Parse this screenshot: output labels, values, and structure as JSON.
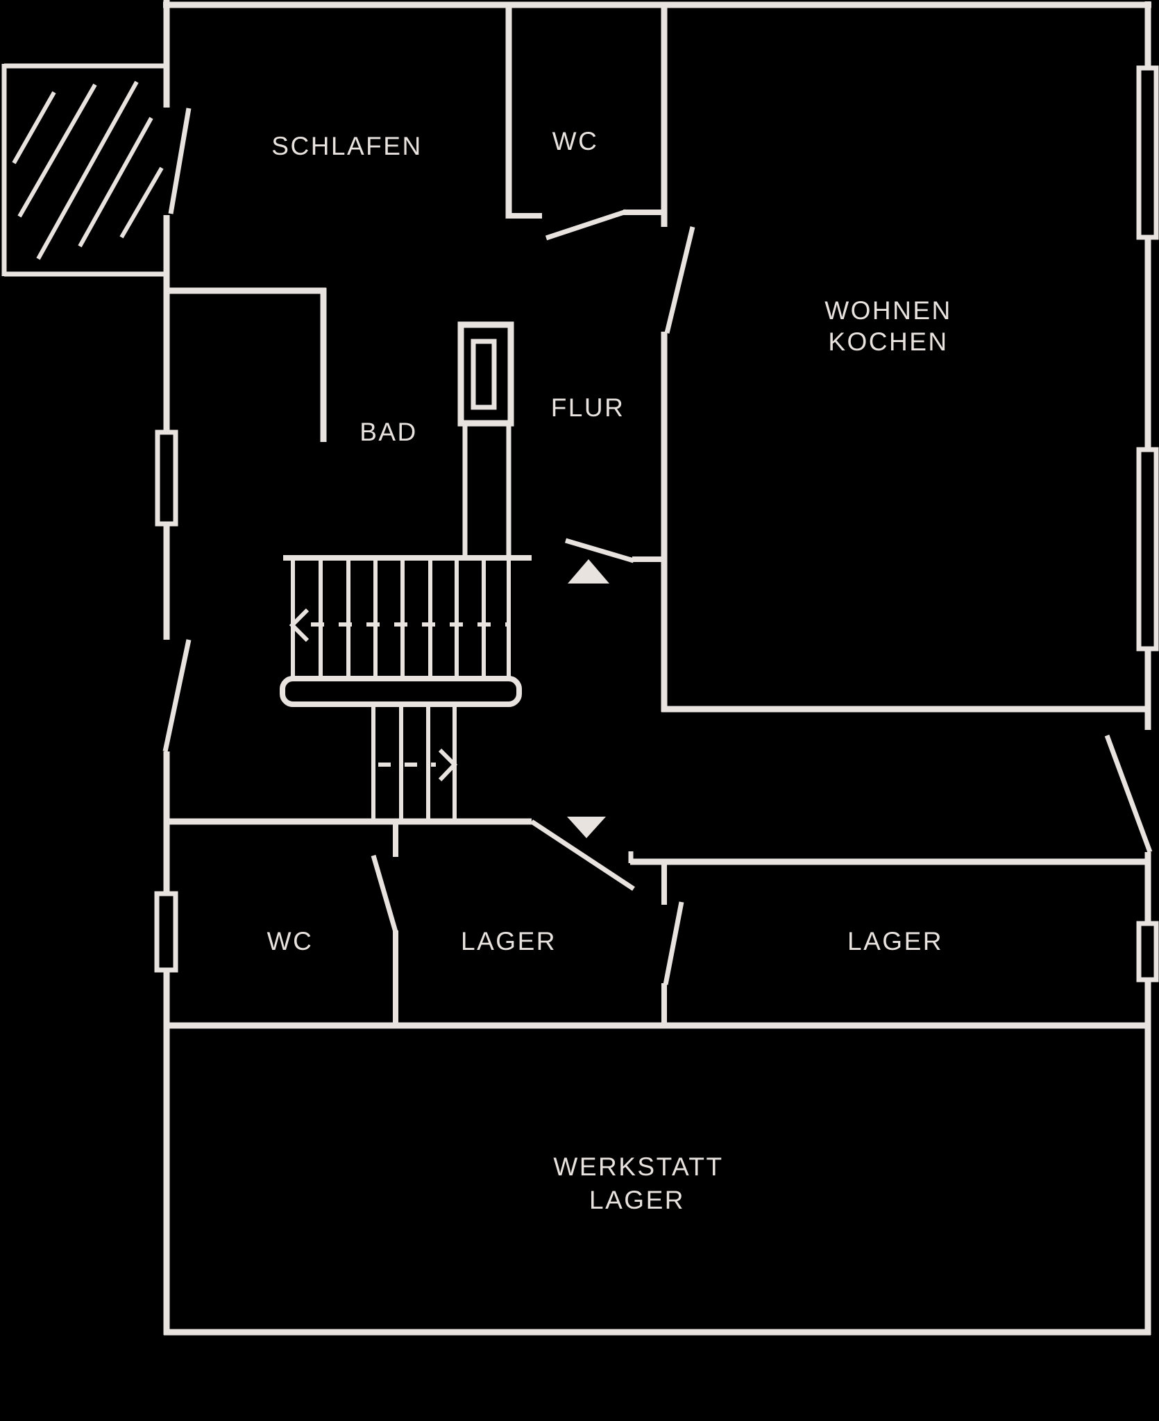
{
  "plan": {
    "background_color": "#000000",
    "wall_color": "#E9E3E0",
    "rooms": {
      "schlafen": {
        "label": "SCHLAFEN"
      },
      "wc_upper": {
        "label": "WC"
      },
      "wohnen_kochen": {
        "label_line1": "WOHNEN",
        "label_line2": "KOCHEN"
      },
      "bad": {
        "label": "BAD"
      },
      "flur": {
        "label": "FLUR"
      },
      "wc_lower": {
        "label": "WC"
      },
      "lager_mitte": {
        "label": "LAGER"
      },
      "lager_rechts": {
        "label": "LAGER"
      },
      "werkstatt": {
        "label_line1": "WERKSTATT",
        "label_line2": "LAGER"
      }
    }
  }
}
